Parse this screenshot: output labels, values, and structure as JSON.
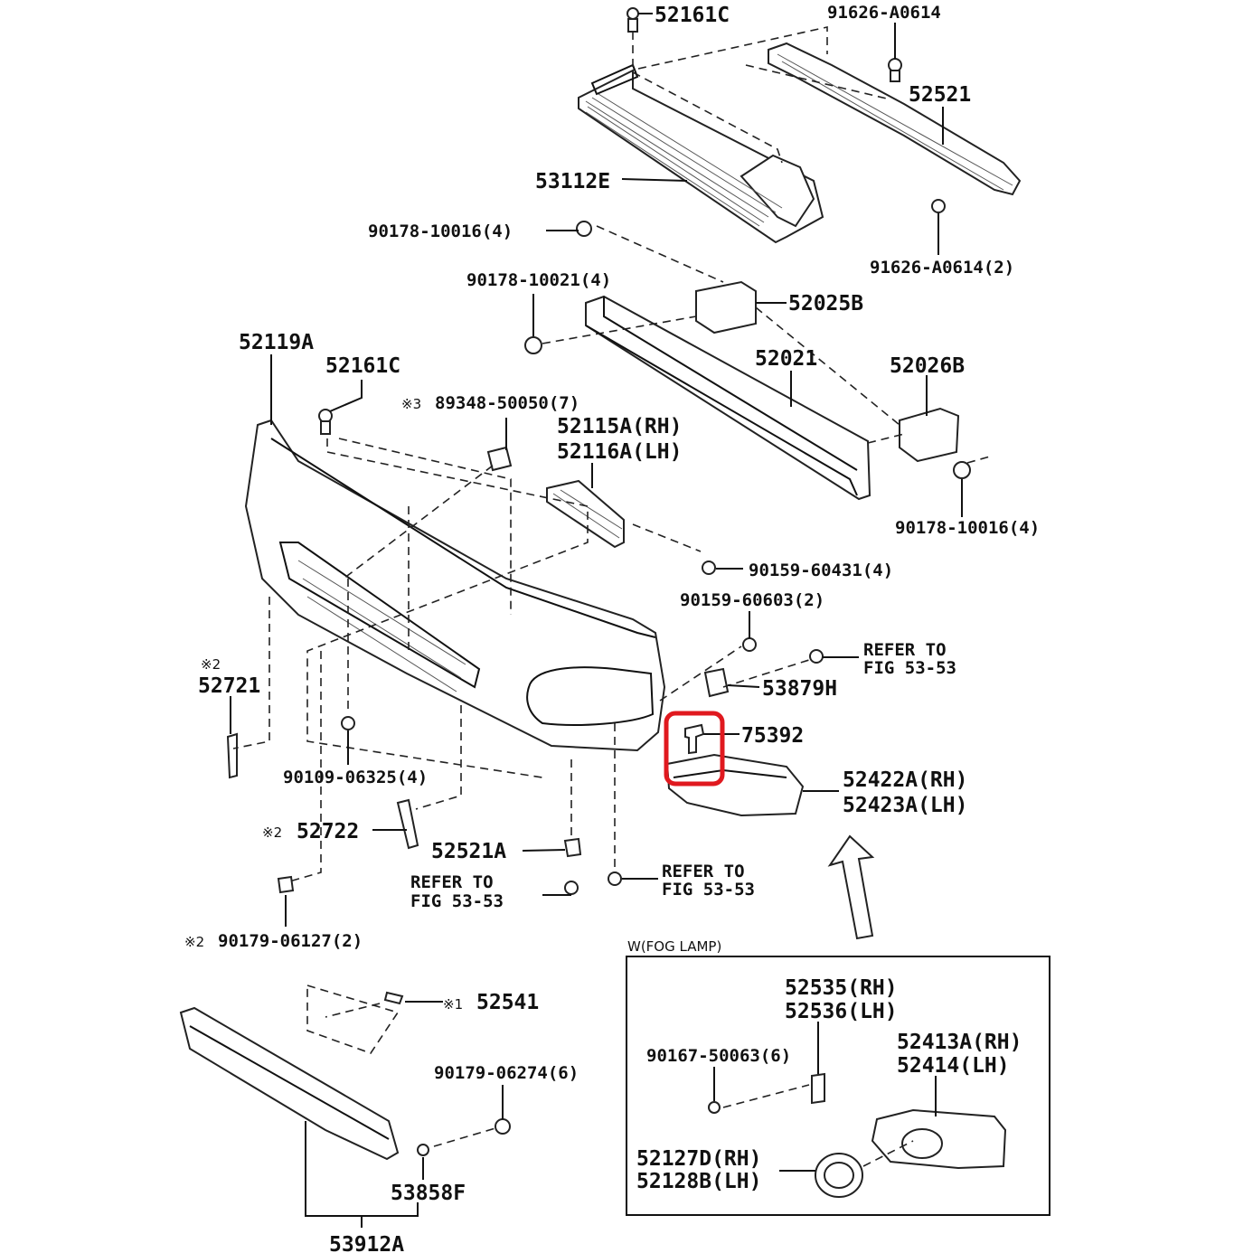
{
  "labels": {
    "p52161C_top": "52161C",
    "p91626A0614_top": "91626-A0614",
    "p52521": "52521",
    "p53112E": "53112E",
    "p90178_10016_top": "90178-10016(4)",
    "p91626A0614_2": "91626-A0614(2)",
    "p90178_10021": "90178-10021(4)",
    "p52025B": "52025B",
    "p52119A": "52119A",
    "p52161C_mid": "52161C",
    "p52021": "52021",
    "p52026B": "52026B",
    "p89348_prefix": "※3",
    "p89348": "89348-50050(7)",
    "p52115A": "52115A(RH)",
    "p52116A": "52116A(LH)",
    "p90178_10016_right": "90178-10016(4)",
    "p90159_60431": "90159-60431(4)",
    "p90159_60603": "90159-60603(2)",
    "refer1_line1": "REFER TO",
    "refer1_line2": "FIG 53-53",
    "p52721_prefix": "※2",
    "p52721": "52721",
    "p53879H": "53879H",
    "p75392": "75392",
    "p90109_06325": "90109-06325(4)",
    "p52422A": "52422A(RH)",
    "p52423A": "52423A(LH)",
    "p52722_prefix": "※2",
    "p52722": "52722",
    "p52521A": "52521A",
    "refer2_line1": "REFER TO",
    "refer2_line2": "FIG 53-53",
    "refer3_line1": "REFER TO",
    "refer3_line2": "FIG 53-53",
    "p90179_06127_prefix": "※2",
    "p90179_06127": "90179-06127(2)",
    "fog_box_title": "W(FOG LAMP)",
    "p52541_prefix": "※1",
    "p52541": "52541",
    "p52535": "52535(RH)",
    "p52536": "52536(LH)",
    "p90179_06274": "90179-06274(6)",
    "p90167_50063": "90167-50063(6)",
    "p52413A": "52413A(RH)",
    "p52414": "52414(LH)",
    "p52127D": "52127D(RH)",
    "p52128B": "52128B(LH)",
    "p53858F": "53858F",
    "p53912A": "53912A"
  },
  "highlight": {
    "part": "75392",
    "color": "#e0191f"
  }
}
